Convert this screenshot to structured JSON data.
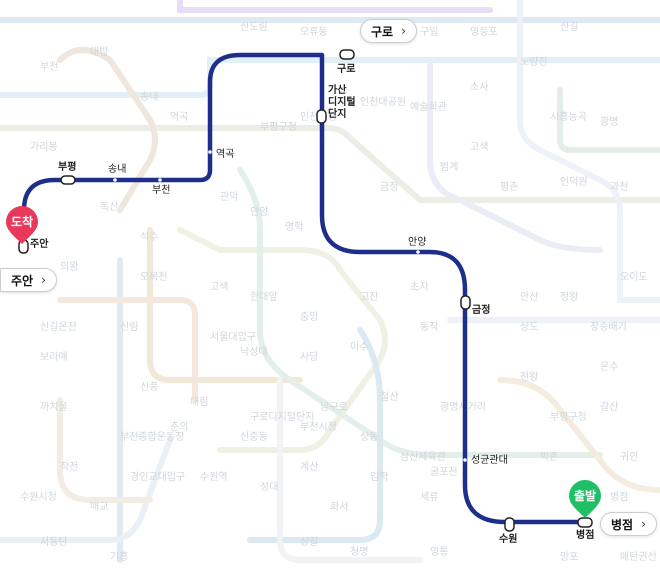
{
  "map": {
    "route_color": "#1d2f8a",
    "arrival_color": "#e8395a",
    "departure_color": "#1fbf66",
    "background_labels": [
      "신도림",
      "오류동",
      "구일",
      "영등포",
      "신길",
      "노량진",
      "대방",
      "부천",
      "송내",
      "역곡",
      "부평구청",
      "인천시청",
      "인천대공원",
      "예술회관",
      "소사",
      "시흥능곡",
      "광명",
      "가리봉",
      "독산",
      "석수",
      "관악",
      "안양",
      "명학",
      "금정",
      "범계",
      "평촌",
      "인덕원",
      "과천",
      "의왕",
      "오목천",
      "고색",
      "한대앞",
      "중앙",
      "고잔",
      "초지",
      "안산",
      "정왕",
      "오이도",
      "신길온천",
      "신림",
      "서울대입구",
      "낙성대",
      "사당",
      "이수",
      "동작",
      "상도",
      "장승배기",
      "보라매",
      "신풍",
      "대림",
      "구로디지털단지",
      "남구로",
      "철산",
      "광명사거리",
      "천왕",
      "온수",
      "까치울",
      "부천종합운동장",
      "춘의",
      "신중동",
      "부천시청",
      "상동",
      "삼산체육관",
      "굴포천",
      "부평구청",
      "갈산",
      "작전",
      "경인교대입구",
      "계산",
      "임학",
      "박촌",
      "귀인",
      "수원시청",
      "매교",
      "성대",
      "화서",
      "세류",
      "병점",
      "서동탄",
      "기흥",
      "상갈",
      "청명",
      "영통",
      "망포",
      "매탄권선",
      "수원역",
      "고색"
    ]
  },
  "stations": {
    "juan": "주안",
    "bupyeong": "부평",
    "songnae": "송내",
    "bucheon": "부천",
    "yeokgok": "역곡",
    "guro": "구로",
    "gasan": "가산\n디지털\n단지",
    "gasan_l1": "가산",
    "gasan_l2": "디지털",
    "gasan_l3": "단지",
    "anyang": "안양",
    "geumjeong": "금정",
    "seonggyungwandae": "성균관대",
    "suwon": "수원",
    "byeongjeom": "병점"
  },
  "pins": {
    "arrival": "도착",
    "departure": "출발"
  },
  "chips": {
    "guro": "구로",
    "juan": "주안",
    "byeongjeom": "병점"
  }
}
